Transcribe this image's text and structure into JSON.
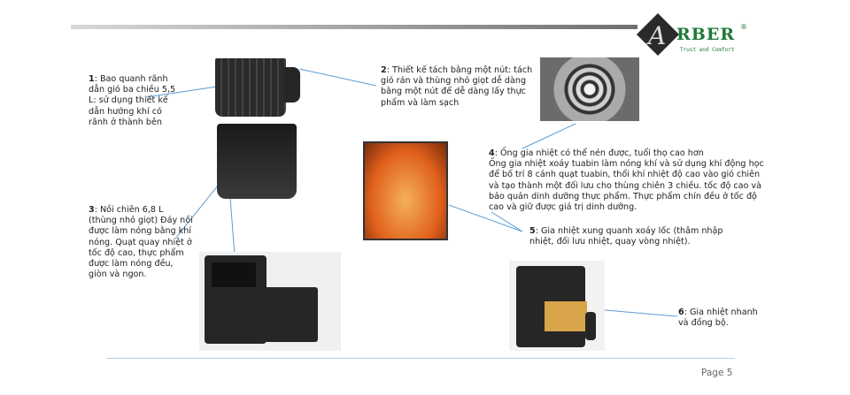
{
  "brand": {
    "name": "RBER",
    "initial": "A",
    "registered": "®",
    "tagline": "Trust and Comfort"
  },
  "notes": [
    {
      "num": "1",
      "text": ": Bao quanh rãnh dẫn gió ba chiều 5,5 L: sử dụng thiết kế dẫn hướng khí có rãnh ở thành bên"
    },
    {
      "num": "2",
      "text": ": Thiết kế tách bằng một nút: tách gió rán và thùng nhỏ giọt dễ dàng bằng một nút để dễ dàng lấy thực phẩm và làm sạch"
    },
    {
      "num": "3",
      "text": ": Nồi chiên 6,8 L (thùng nhỏ giọt) Đáy nồi được làm nóng bằng khí nóng. Quạt quay nhiệt ở tốc độ cao, thực phẩm được làm nóng đều, giòn và ngon."
    },
    {
      "num": "4",
      "text": ": Ống gia nhiệt có thể nén được, tuổi thọ cao hơn",
      "body": "Ống gia nhiệt xoáy tuabin làm nóng khí và sử dụng khí động học để bố trí 8 cánh quạt tuabin, thổi khí nhiệt độ cao vào gió chiên và tạo thành một đối lưu cho thùng chiên 3 chiều. tốc độ cao và bảo quản dinh dưỡng thực phẩm. Thực phẩm chín đều ở tốc độ cao và giữ được giá trị dinh dưỡng."
    },
    {
      "num": "5",
      "text": ": Gia nhiệt xung quanh xoáy lốc (thâm nhập nhiệt, đối lưu nhiệt, quay vòng nhiệt)."
    },
    {
      "num": "6",
      "text": ": Gia nhiệt nhanh và đồng bộ."
    }
  ],
  "footer": {
    "page": "Page 5"
  }
}
